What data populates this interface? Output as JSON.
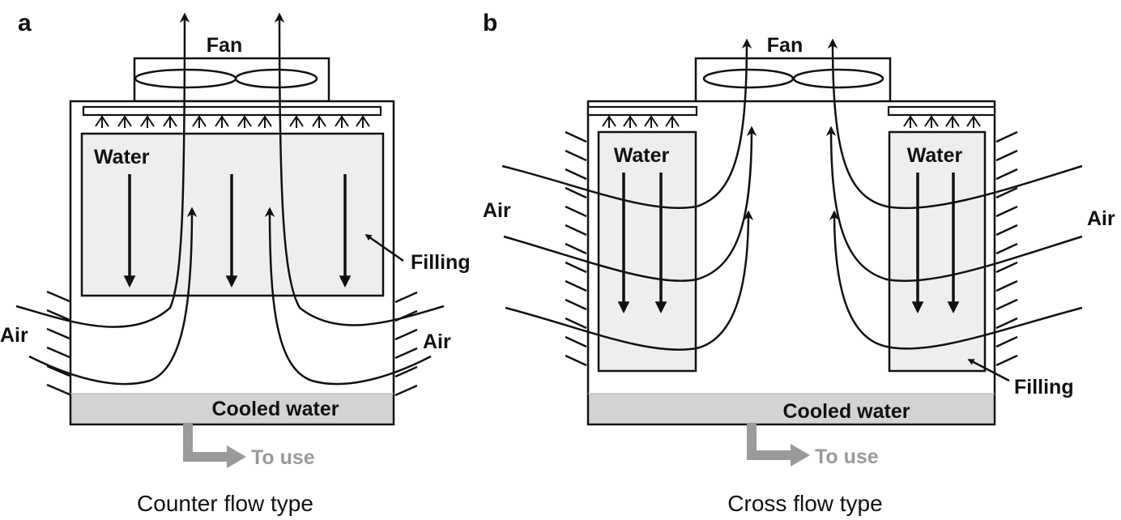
{
  "colors": {
    "ink": "#111111",
    "filling_fill": "#eeeeee",
    "cooled_water_fill": "#d3d3d3",
    "outlet_arrow": "#9a9a9a",
    "background": "#ffffff"
  },
  "panel_a": {
    "letter": "a",
    "fan_label": "Fan",
    "water_label": "Water",
    "filling_label": "Filling",
    "air_left_label": "Air",
    "air_right_label": "Air",
    "cooled_water_label": "Cooled water",
    "to_use_label": "To use",
    "caption": "Counter flow type"
  },
  "panel_b": {
    "letter": "b",
    "fan_label": "Fan",
    "water_left_label": "Water",
    "water_right_label": "Water",
    "filling_label": "Filling",
    "air_left_label": "Air",
    "air_right_label": "Air",
    "cooled_water_label": "Cooled water",
    "to_use_label": "To use",
    "caption": "Cross flow type"
  }
}
